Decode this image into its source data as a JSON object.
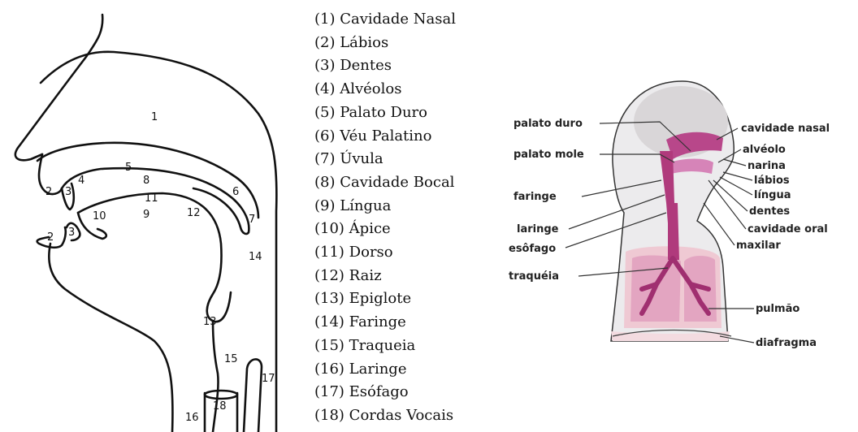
{
  "sagittal": {
    "numbers": [
      "1",
      "2",
      "3",
      "4",
      "5",
      "8",
      "6",
      "11",
      "9",
      "12",
      "10",
      "2",
      "3",
      "7",
      "14",
      "13",
      "15",
      "17",
      "18",
      "16"
    ],
    "legend": [
      "(1) Cavidade Nasal",
      "(2) Lábios",
      "(3) Dentes",
      "(4) Alvéolos",
      "(5) Palato Duro",
      "(6) Véu Palatino",
      "(7) Úvula",
      "(8) Cavidade Bocal",
      "(9) Língua",
      "(10) Ápice",
      "(11) Dorso",
      "(12) Raiz",
      "(13) Epiglote",
      "(14) Faringe",
      "(15) Traqueia",
      "(16) Laringe",
      "(17) Esófago",
      "(18) Cordas Vocais"
    ]
  },
  "body_diagram": {
    "labels": {
      "palato_duro": "palato duro",
      "palato_mole": "palato mole",
      "faringe": "faringe",
      "laringe": "laringe",
      "esofago": "esôfago",
      "traqueia": "traquéia",
      "cavidade_nasal": "cavidade nasal",
      "alveolo": "alvéolo",
      "narina": "narina",
      "labios": "lábios",
      "lingua": "língua",
      "dentes": "dentes",
      "cavidade_oral": "cavidade oral",
      "maxilar": "maxilar",
      "pulmao": "pulmão",
      "diafragma": "diafragma"
    },
    "colors": {
      "tract": "#b03a7c",
      "tract_light": "#d684b8",
      "body": "#d9d6d8",
      "skin": "#f2d8dc"
    }
  }
}
